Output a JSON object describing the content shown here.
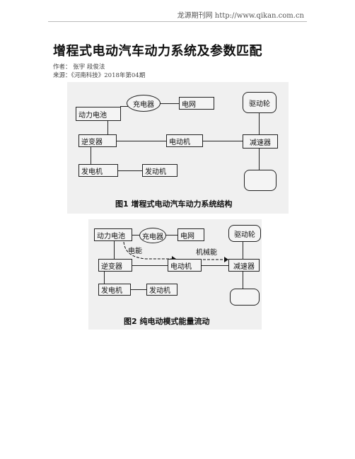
{
  "header": {
    "source": "龙源期刊网 http://www.qikan.com.cn"
  },
  "article": {
    "title": "增程式电动汽车动力系统及参数匹配",
    "authors": "作者：  张宇    段俊法",
    "source": "来源：《河南科技》2018年第04期"
  },
  "figure1": {
    "caption": "图1    增程式电动汽车动力系统结构",
    "nodes": {
      "battery": "动力电池",
      "charger": "充电器",
      "grid": "电网",
      "drive_wheel": "驱动轮",
      "inverter": "逆变器",
      "motor": "电动机",
      "reducer": "减速器",
      "generator": "发电机",
      "engine": "发动机"
    }
  },
  "figure2": {
    "caption": "图2    纯电动模式能量流动",
    "nodes": {
      "battery": "动力电池",
      "charger": "充电器",
      "grid": "电网",
      "drive_wheel": "驱动轮",
      "inverter": "逆变器",
      "motor": "电动机",
      "reducer": "减速器",
      "generator": "发电机",
      "engine": "发动机"
    },
    "flow_labels": {
      "electric": "电能",
      "mechanical": "机械能"
    }
  }
}
